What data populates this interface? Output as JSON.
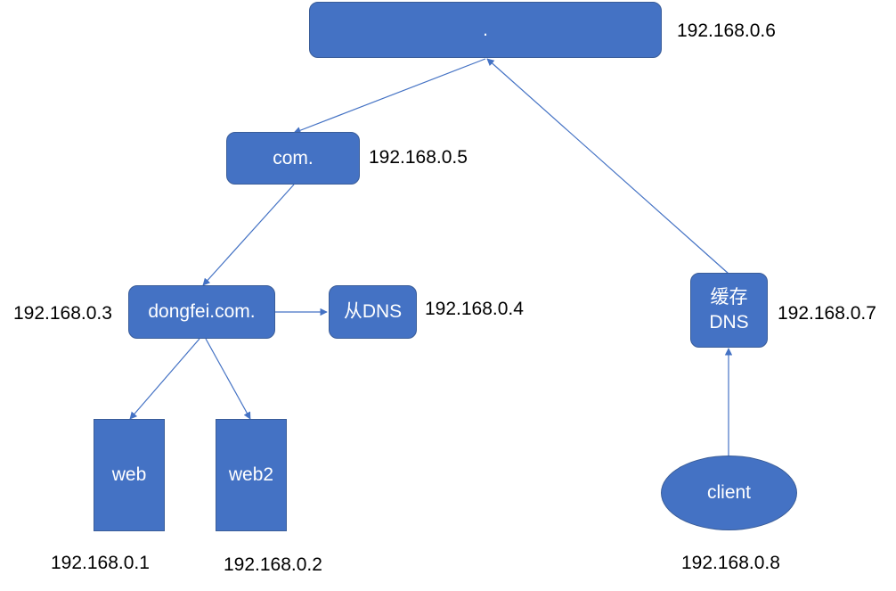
{
  "colors": {
    "node_fill": "#4472c4",
    "node_border": "#3a5d99",
    "edge": "#4472c4",
    "text": "#000000"
  },
  "nodes": {
    "root": {
      "label": ".",
      "ip": "192.168.0.6"
    },
    "com": {
      "label": "com.",
      "ip": "192.168.0.5"
    },
    "dongfei": {
      "label": "dongfei.com.",
      "ip": "192.168.0.3"
    },
    "slave": {
      "label": "从DNS",
      "ip": "192.168.0.4"
    },
    "cache": {
      "label_line1": "缓存",
      "label_line2": "DNS",
      "ip": "192.168.0.7"
    },
    "web": {
      "label": "web",
      "ip": "192.168.0.1"
    },
    "web2": {
      "label": "web2",
      "ip": "192.168.0.2"
    },
    "client": {
      "label": "client",
      "ip": "192.168.0.8"
    }
  },
  "edges": [
    {
      "from": "root",
      "to": "com"
    },
    {
      "from": "com",
      "to": "dongfei"
    },
    {
      "from": "dongfei",
      "to": "slave"
    },
    {
      "from": "dongfei",
      "to": "web"
    },
    {
      "from": "dongfei",
      "to": "web2"
    },
    {
      "from": "cache",
      "to": "root"
    },
    {
      "from": "client",
      "to": "cache"
    }
  ]
}
